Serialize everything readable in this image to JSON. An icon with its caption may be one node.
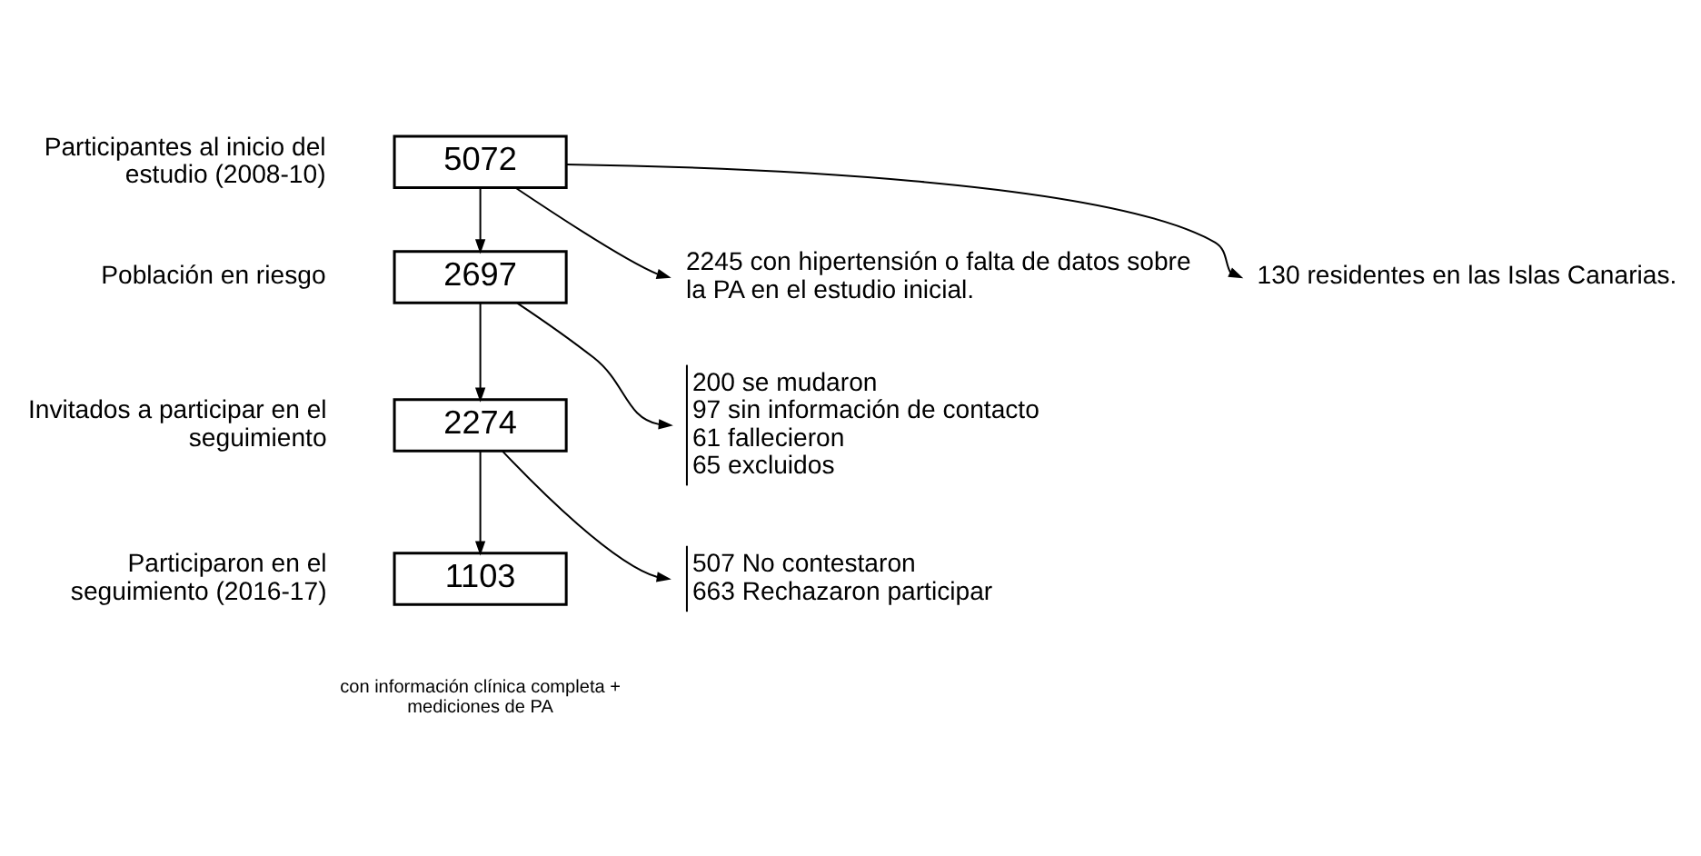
{
  "diagram": {
    "nodes": [
      {
        "text": [
          "5072"
        ],
        "beside": [
          "Participantes al inicio del estudio (2008-10)"
        ]
      },
      {
        "text": [
          "130 residentes en las Islas Canarias."
        ]
      },
      {
        "text": [
          "2245 con hipertensión o falta de datos sobre la PA en el estudio inicial."
        ]
      },
      {
        "text": [
          "2697"
        ],
        "beside": [
          "Población en riesgo"
        ]
      },
      {
        "text": [
          "200 se mudaron",
          "97 sin información de contacto",
          "61 fallecieron",
          "65 excluidos"
        ]
      },
      {
        "text": [
          "2274"
        ],
        "beside": [
          "Invitados a participar en el seguimiento"
        ]
      },
      {
        "text": [
          "507 No contestaron",
          "663 Rechazaron participar"
        ]
      },
      {
        "text": [
          "1103"
        ],
        "beside": [
          "Participaron en el seguimiento (2016-17)"
        ]
      }
    ],
    "edges": [
      {
        "from": 0,
        "to": 1,
        "arrow": "to"
      },
      {
        "from": 0,
        "to": 2,
        "arrow": "to"
      },
      {
        "from": 0,
        "to": 3,
        "arrow": "to"
      },
      {
        "from": 3,
        "to": 4,
        "arrow": "to"
      },
      {
        "from": 3,
        "to": 5,
        "arrow": "to"
      },
      {
        "from": 5,
        "to": 6,
        "arrow": "to"
      },
      {
        "from": 5,
        "to": 7,
        "arrow": "to"
      }
    ],
    "labels": [
      "con información clínica completa + mediciones de PA"
    ]
  }
}
